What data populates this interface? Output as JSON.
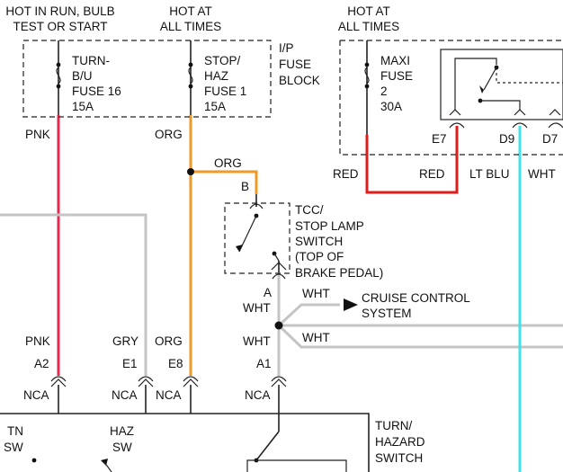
{
  "colors": {
    "pink": "#e5284e",
    "orange": "#ef9a25",
    "gray": "#c4c4c4",
    "red": "#e21b1b",
    "lt_blue": "#3fe2e8",
    "black": "#111111"
  },
  "power": {
    "hot_run_line1": "HOT IN RUN, BULB",
    "hot_run_line2": "TEST OR START",
    "hot_all1_line1": "HOT AT",
    "hot_all1_line2": "ALL TIMES",
    "hot_all2_line1": "HOT AT",
    "hot_all2_line2": "ALL TIMES"
  },
  "fuse_block": {
    "label_line1": "I/P",
    "label_line2": "FUSE",
    "label_line3": "BLOCK",
    "fuse16": [
      "TURN-",
      "B/U",
      "FUSE 16",
      "15A"
    ],
    "fuse1": [
      "STOP/",
      "HAZ",
      "FUSE 1",
      "15A"
    ],
    "maxi": [
      "MAXI",
      "FUSE",
      "2",
      "30A"
    ]
  },
  "wires": {
    "pnk_top": "PNK",
    "org_top": "ORG",
    "org_branch": "ORG",
    "red_left": "RED",
    "red_right": "RED",
    "lt_blu": "LT BLU",
    "wht_right": "WHT",
    "wht_upper": "WHT",
    "wht_lower": "WHT",
    "wht_a": "WHT",
    "wht_node": "WHT",
    "pnk_bottom": "PNK",
    "gry_bottom": "GRY",
    "org_bottom": "ORG"
  },
  "connectors": {
    "e7": "E7",
    "d9": "D9",
    "d7": "D7",
    "b": "B",
    "a": "A",
    "a2": "A2",
    "e1": "E1",
    "e8": "E8",
    "a1": "A1",
    "nca_1": "NCA",
    "nca_2": "NCA",
    "nca_3": "NCA",
    "nca_4": "NCA"
  },
  "tcc_switch": [
    "TCC/",
    "STOP LAMP",
    "SWITCH",
    "(TOP OF",
    "BRAKE PEDAL)"
  ],
  "cruise_control": [
    "CRUISE CONTROL",
    "SYSTEM"
  ],
  "turn_hazard": [
    "TURN/",
    "HAZARD",
    "SWITCH"
  ],
  "bottom_labels": {
    "tn_line1": "TN",
    "tn_line2": "SW",
    "haz_line1": "HAZ",
    "haz_line2": "SW"
  }
}
